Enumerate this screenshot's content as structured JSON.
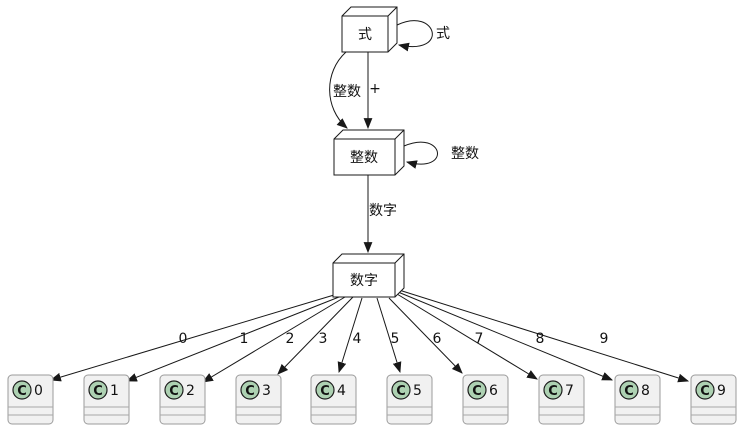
{
  "diagram": {
    "type": "grammar-syntax-diagram",
    "colors": {
      "background": "#ffffff",
      "line": "#181818",
      "class_fill": "#F1F1F1",
      "class_border": "#9B9B9B",
      "class_spot_fill": "#ADD1B2",
      "text": "#121212"
    },
    "nodes": {
      "expr": {
        "label": "式"
      },
      "integer": {
        "label": "整数"
      },
      "digit": {
        "label": "数字"
      }
    },
    "edges": {
      "expr_self_label": "式",
      "expr_to_integer_curved_label": "整数",
      "expr_to_integer_straight_label": "+",
      "integer_self_label": "整数",
      "integer_to_digit_label": "数字"
    },
    "classes": [
      {
        "icon_letter": "C",
        "name": "0",
        "edge_label": "0"
      },
      {
        "icon_letter": "C",
        "name": "1",
        "edge_label": "1"
      },
      {
        "icon_letter": "C",
        "name": "2",
        "edge_label": "2"
      },
      {
        "icon_letter": "C",
        "name": "3",
        "edge_label": "3"
      },
      {
        "icon_letter": "C",
        "name": "4",
        "edge_label": "4"
      },
      {
        "icon_letter": "C",
        "name": "5",
        "edge_label": "5"
      },
      {
        "icon_letter": "C",
        "name": "6",
        "edge_label": "6"
      },
      {
        "icon_letter": "C",
        "name": "7",
        "edge_label": "7"
      },
      {
        "icon_letter": "C",
        "name": "8",
        "edge_label": "8"
      },
      {
        "icon_letter": "C",
        "name": "9",
        "edge_label": "9"
      }
    ]
  }
}
